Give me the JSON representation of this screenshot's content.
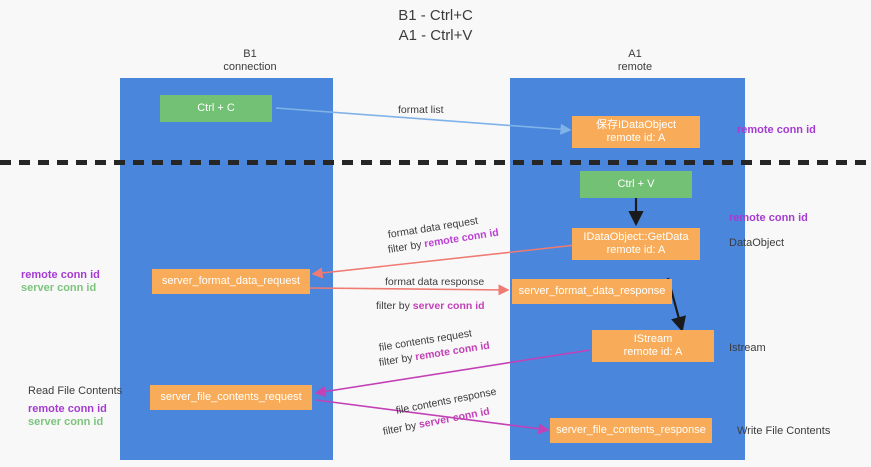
{
  "title": {
    "line1": "B1 - Ctrl+C",
    "line2": "A1 - Ctrl+V"
  },
  "columns": [
    {
      "name": "left",
      "title": "B1",
      "subtitle": "connection"
    },
    {
      "name": "right",
      "title": "A1",
      "subtitle": "remote"
    }
  ],
  "boxes": {
    "ctrl_c": {
      "line1": "Ctrl + C",
      "line2": ""
    },
    "save_idataobject": {
      "line1": "保存IDataObject",
      "line2": "remote id: A"
    },
    "ctrl_v": {
      "line1": "Ctrl + V",
      "line2": ""
    },
    "idataobject_getdata": {
      "line1": "IDataObject::GetData",
      "line2": "remote id: A"
    },
    "server_format_data_request": {
      "line1": "server_format_data_request",
      "line2": ""
    },
    "server_format_data_response": {
      "line1": "server_format_data_response",
      "line2": ""
    },
    "istream": {
      "line1": "IStream",
      "line2": "remote id: A"
    },
    "server_file_contents_request": {
      "line1": "server_file_contents_request",
      "line2": ""
    },
    "server_file_contents_response": {
      "line1": "server_file_contents_response",
      "line2": ""
    }
  },
  "flows": {
    "format_list": {
      "text": "format list"
    },
    "format_data_request": {
      "text": "format data request",
      "filter_prefix": "filter by ",
      "filter_key": "remote conn id"
    },
    "format_data_response": {
      "text": "format data response",
      "filter_prefix": "filter by ",
      "filter_key": "server conn id"
    },
    "file_contents_request": {
      "text": "file contents request",
      "filter_prefix": "filter by ",
      "filter_key": "remote conn id"
    },
    "file_contents_response": {
      "text": "file contents response",
      "filter_prefix": "filter by ",
      "filter_key": "server conn id"
    }
  },
  "annotations": {
    "right_remote_conn_id_top": "remote conn id",
    "right_remote_conn_id_mid": "remote conn id",
    "right_dataobject": "DataObject",
    "right_istream": "Istream",
    "right_write_file_contents": "Write File Contents",
    "left_remote_conn_id_mid": "remote conn id",
    "left_server_conn_id_mid": "server conn id",
    "left_read_file_contents": "Read File Contents",
    "left_remote_conn_id_bottom": "remote conn id",
    "left_server_conn_id_bottom": "server conn id"
  },
  "colors": {
    "lane": "#4a86dc",
    "box_orange": "#f8ac59",
    "box_green": "#72c174",
    "purple": "#a53bd1",
    "green_text": "#7cc47e",
    "arrow_blue": "#7fb3e8",
    "arrow_red": "#ef7b72",
    "arrow_magenta": "#c341b7",
    "arrow_black": "#1a1a1a",
    "background": "#f8f8f8"
  }
}
